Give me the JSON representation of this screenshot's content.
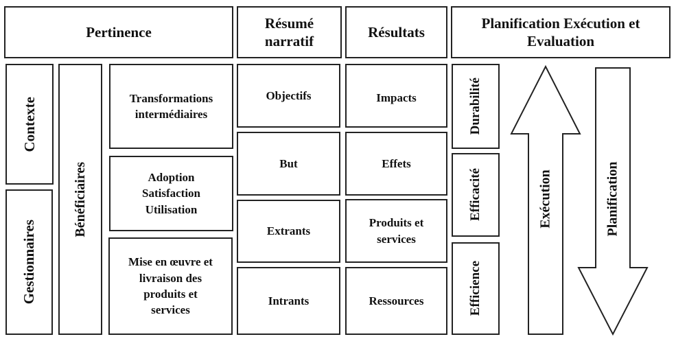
{
  "headers": {
    "pertinence": "Pertinence",
    "resume": "Résumé narratif",
    "resultats": "Résultats",
    "planification": "Planification Exécution et Evaluation"
  },
  "pertinence": {
    "contexte": "Contexte",
    "gestionnaires": "Gestionnaires",
    "beneficiaires": "Bénéficiaires",
    "levels": [
      "Transformations intermédiaires",
      "Adoption Satisfaction Utilisation",
      "Mise en œuvre et livraison des produits et services"
    ]
  },
  "resume": [
    "Objectifs",
    "But",
    "Extrants",
    "Intrants"
  ],
  "resultats": [
    "Impacts",
    "Effets",
    "Produits et services",
    "Ressources"
  ],
  "evaluation": [
    "Durabilité",
    "Efficacité",
    "Efficience"
  ],
  "arrows": {
    "up": "Exécution",
    "down": "Planification"
  }
}
